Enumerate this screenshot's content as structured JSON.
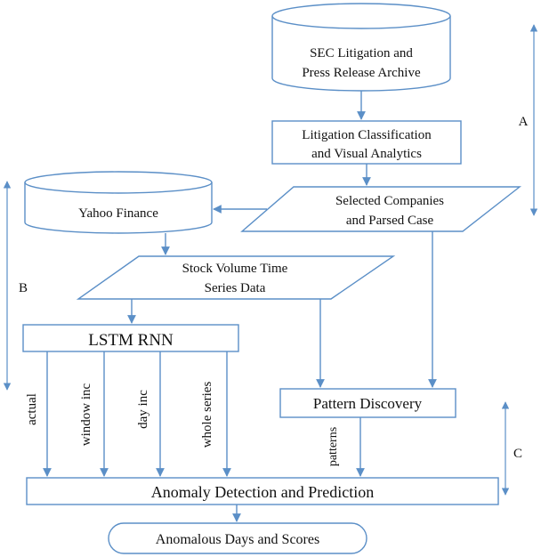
{
  "nodes": {
    "sec_archive": {
      "line1": "SEC Litigation and",
      "line2": "Press Release Archive"
    },
    "litigation_classification": {
      "line1": "Litigation Classification",
      "line2": "and Visual Analytics"
    },
    "selected_companies": {
      "line1": "Selected Companies",
      "line2": "and Parsed Case"
    },
    "yahoo_finance": {
      "label": "Yahoo Finance"
    },
    "stock_volume": {
      "line1": "Stock Volume Time",
      "line2": "Series Data"
    },
    "lstm_rnn": {
      "label": "LSTM RNN"
    },
    "pattern_discovery": {
      "label": "Pattern Discovery"
    },
    "anomaly_detection": {
      "label": "Anomaly Detection and Prediction"
    },
    "anomalous_days": {
      "label": "Anomalous Days and Scores"
    }
  },
  "edge_labels": {
    "actual": "actual",
    "window_inc": "window inc",
    "day_inc": "day inc",
    "whole_series": "whole series",
    "patterns": "patterns"
  },
  "phases": {
    "a": "A",
    "b": "B",
    "c": "C"
  },
  "colors": {
    "stroke": "#5b8fc7",
    "text": "#111111",
    "background": "#ffffff"
  }
}
